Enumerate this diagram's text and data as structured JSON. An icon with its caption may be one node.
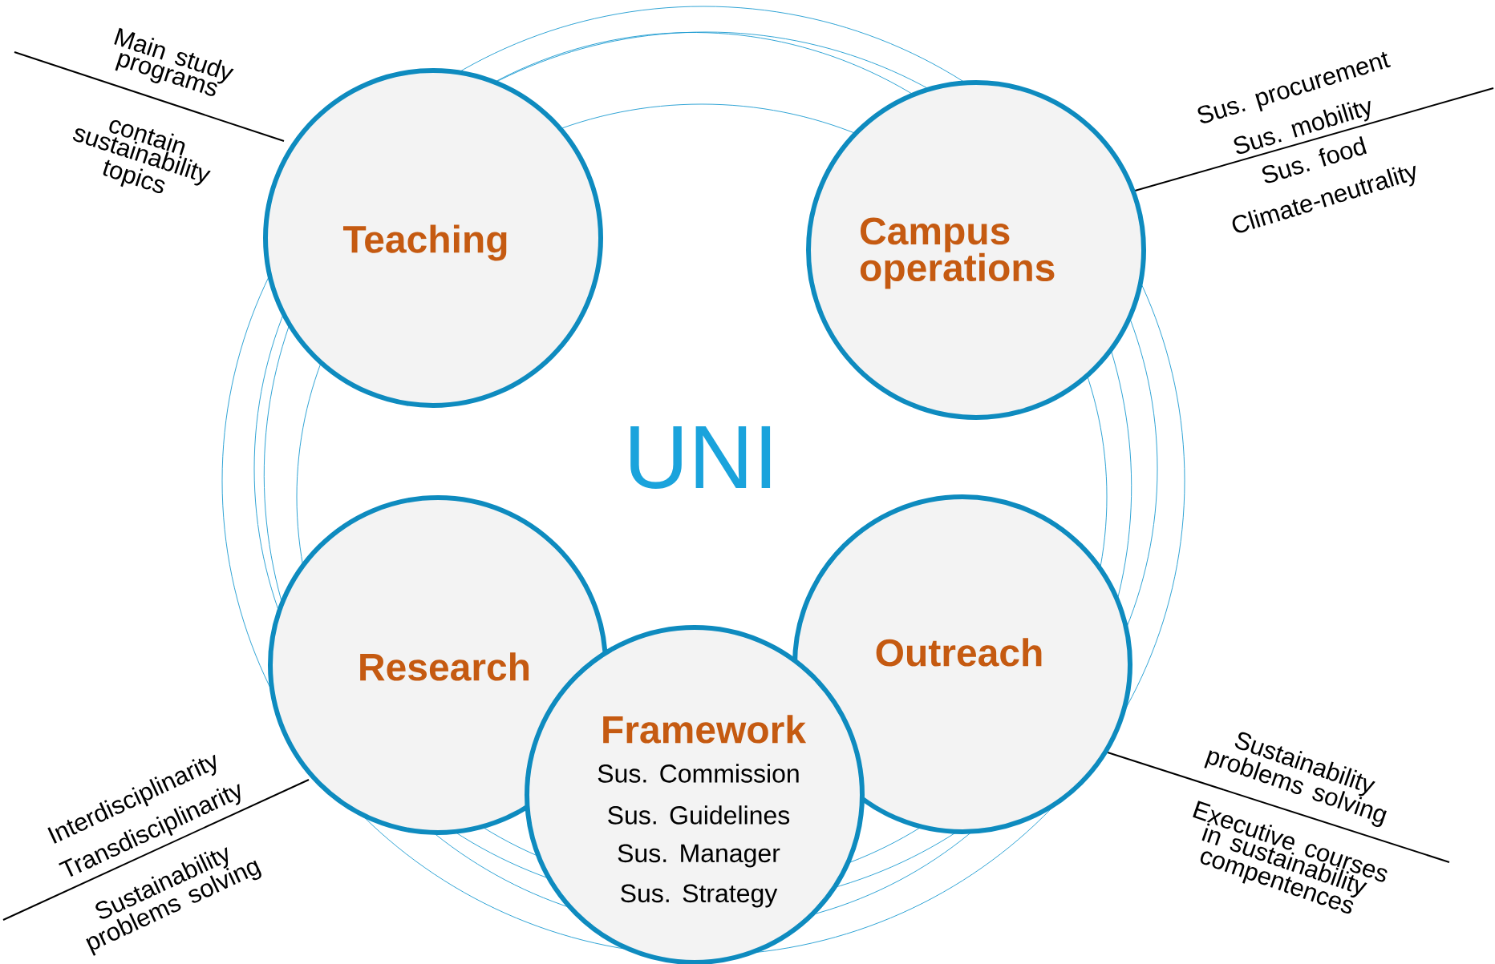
{
  "diagram": {
    "nodes": [
      {
        "text": [
          "Teaching"
        ],
        "beside": [
          "Main study programs",
          "contain sustainability topics"
        ]
      },
      {
        "text": [
          "Campus operations"
        ],
        "beside": [
          "Sus. procurement",
          "Sus. mobility",
          "Sus. food",
          "Climate-neutrality"
        ]
      },
      {
        "text": [
          "Research"
        ],
        "beside": [
          "Interdisciplinarity",
          "Transdisciplinarity",
          "Sustainability problems solving"
        ]
      },
      {
        "text": [
          "Outreach"
        ],
        "beside": [
          "Sustainability problems solving",
          "Executive courses in sustainability compentences"
        ]
      },
      {
        "text": [
          "Framework",
          "Sus. Commission",
          "Sus. Guidelines",
          "Sus. Manager",
          "Sus. Strategy"
        ]
      }
    ],
    "labels": [
      "UNI"
    ]
  }
}
